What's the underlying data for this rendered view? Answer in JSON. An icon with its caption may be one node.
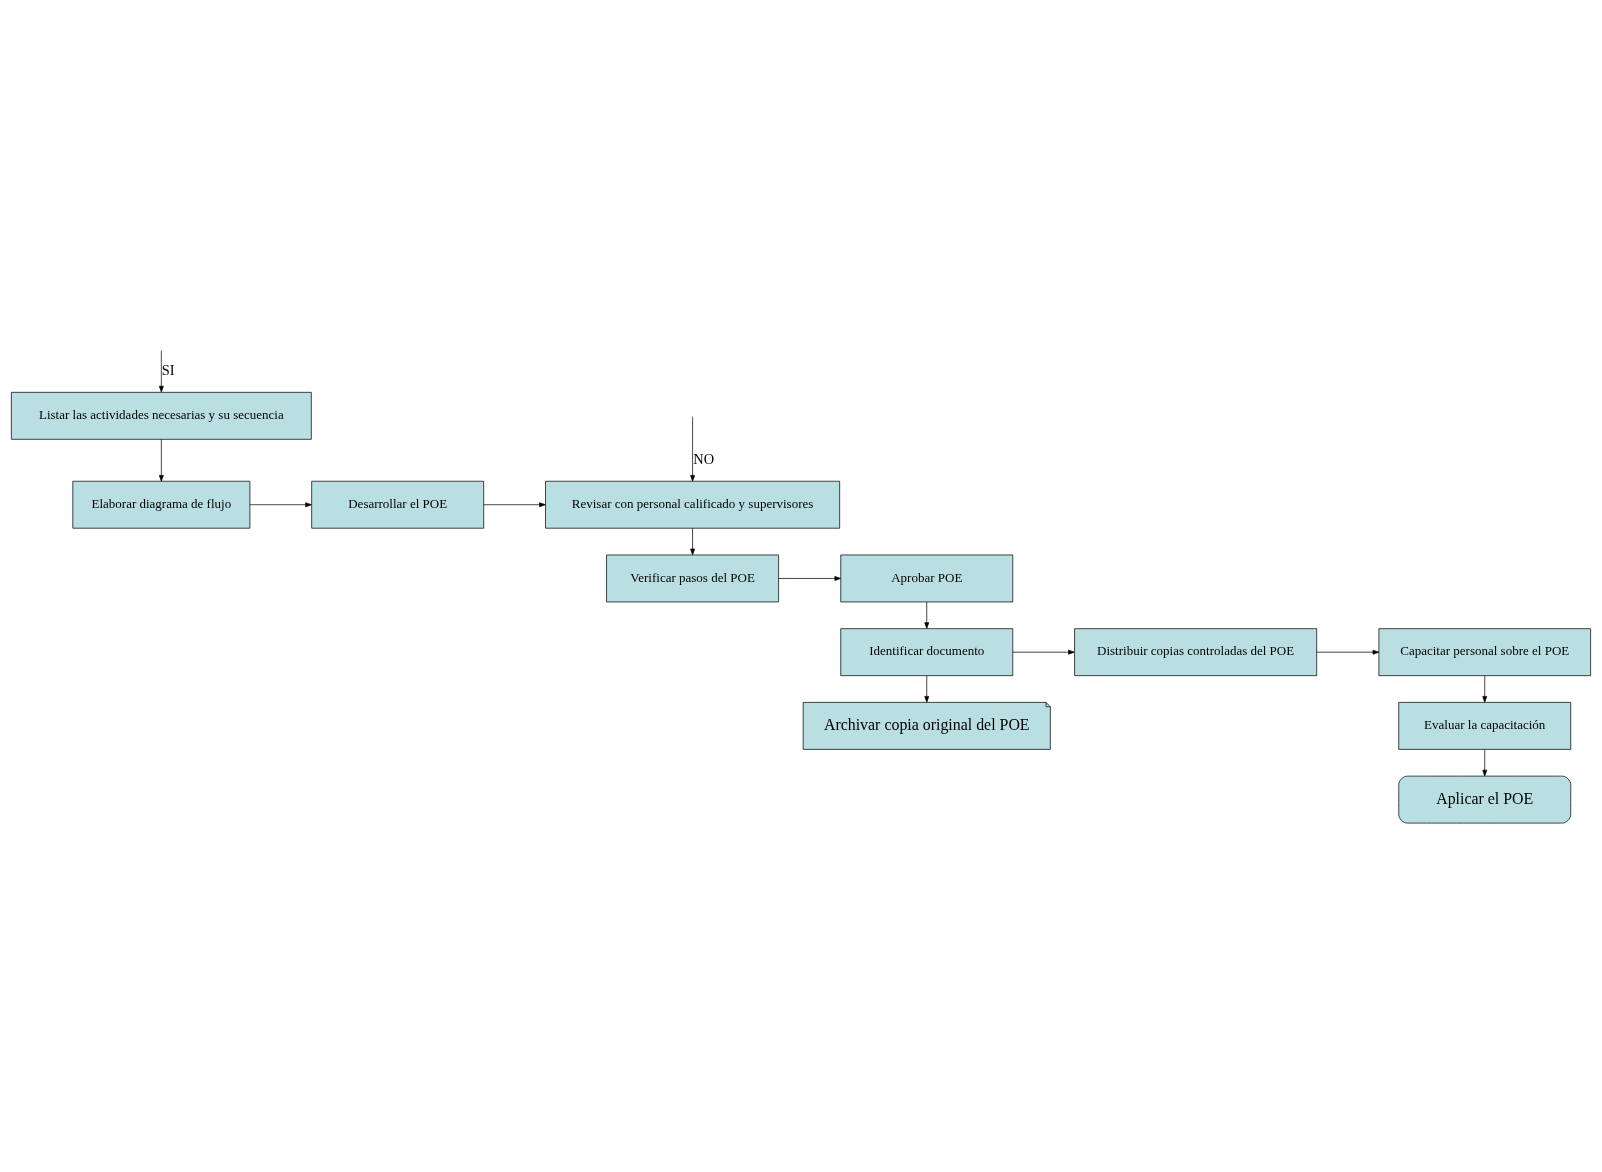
{
  "diagram": {
    "nodes": [
      {
        "text": [
          "Listar las actividades necesarias y su secuencia"
        ]
      },
      {
        "text": [
          "Elaborar diagrama de flujo"
        ]
      },
      {
        "text": [
          "Desarrollar el POE"
        ]
      },
      {
        "text": [
          "Revisar con personal calificado y supervisores"
        ]
      },
      {
        "text": [
          "Verificar pasos del POE"
        ]
      },
      {
        "text": [
          "Aprobar POE"
        ]
      },
      {
        "text": [
          "Identificar documento"
        ]
      },
      {
        "text": [
          "Distribuir copias controladas del POE"
        ]
      },
      {
        "text": [
          "Capacitar personal sobre el POE"
        ]
      },
      {
        "text": [
          "Archivar copia original del POE"
        ]
      },
      {
        "text": [
          "Evaluar la capacitación"
        ]
      },
      {
        "text": [
          "Aplicar el POE"
        ]
      }
    ],
    "edges": [
      {
        "from": null,
        "to": 0,
        "arrow": "to",
        "label": "SI"
      },
      {
        "from": null,
        "to": 3,
        "arrow": "to",
        "label": "NO"
      },
      {
        "from": 0,
        "to": 1,
        "arrow": "to"
      },
      {
        "from": 1,
        "to": 2,
        "arrow": "to"
      },
      {
        "from": 2,
        "to": 3,
        "arrow": "to"
      },
      {
        "from": 3,
        "to": 4,
        "arrow": "to"
      },
      {
        "from": 4,
        "to": 5,
        "arrow": "to"
      },
      {
        "from": 5,
        "to": 6,
        "arrow": "to"
      },
      {
        "from": 6,
        "to": 7,
        "arrow": "to"
      },
      {
        "from": 7,
        "to": 8,
        "arrow": "to"
      },
      {
        "from": 6,
        "to": 9,
        "arrow": "to"
      },
      {
        "from": 8,
        "to": 10,
        "arrow": "to"
      },
      {
        "from": 10,
        "to": 11,
        "arrow": "to"
      }
    ]
  }
}
